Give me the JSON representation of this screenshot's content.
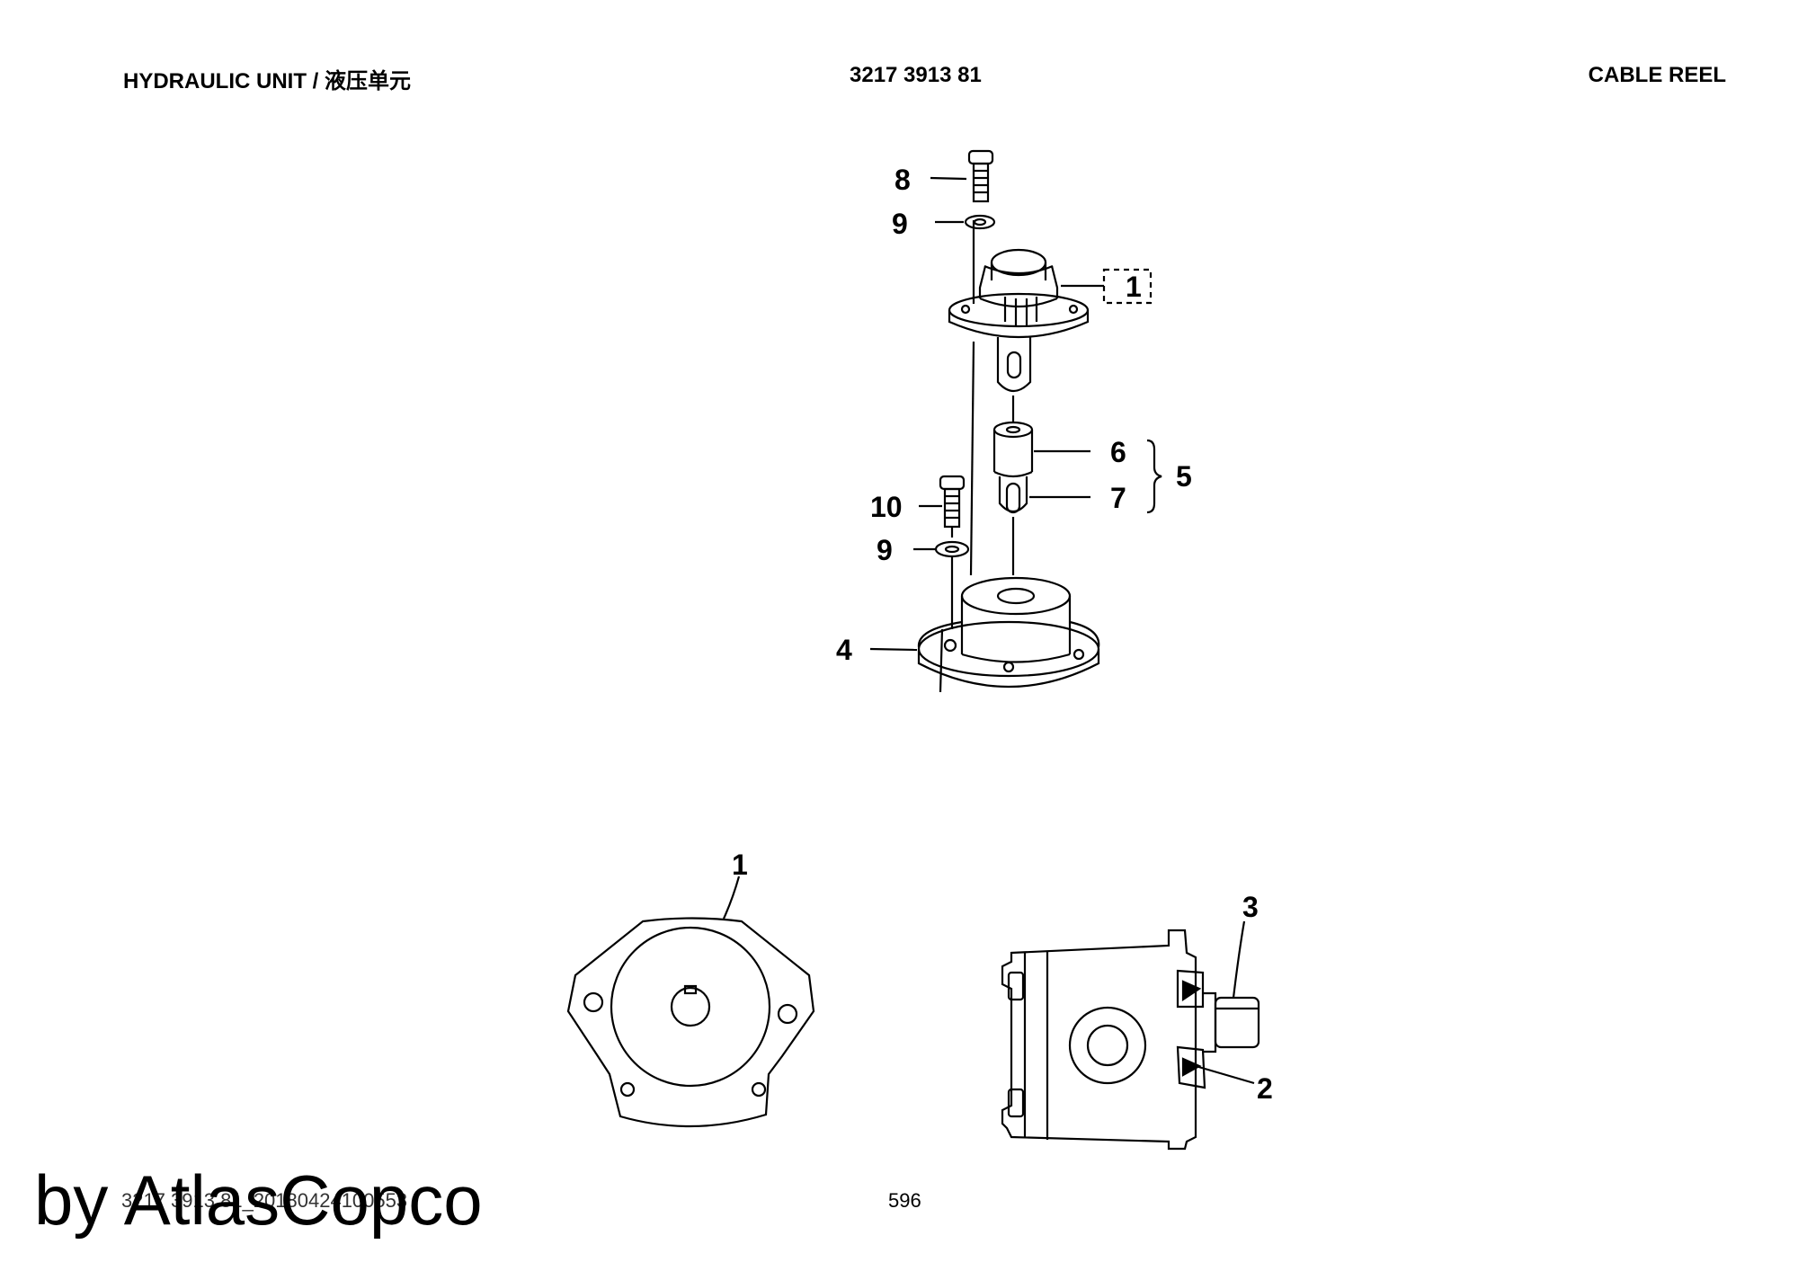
{
  "header": {
    "left": "HYDRAULIC UNIT / 液压单元",
    "center": "3217 3913 81",
    "right": "CABLE REEL"
  },
  "callouts": {
    "c1_top": "1",
    "c8": "8",
    "c9_top": "9",
    "c6": "6",
    "c7": "7",
    "c5": "5",
    "c10": "10",
    "c9_bottom": "9",
    "c4": "4",
    "c1_bottom": "1",
    "c3": "3",
    "c2": "2"
  },
  "footer": {
    "code": "3217 3913 81_20180424100553",
    "page": "596"
  },
  "watermark": "by AtlasCopco"
}
